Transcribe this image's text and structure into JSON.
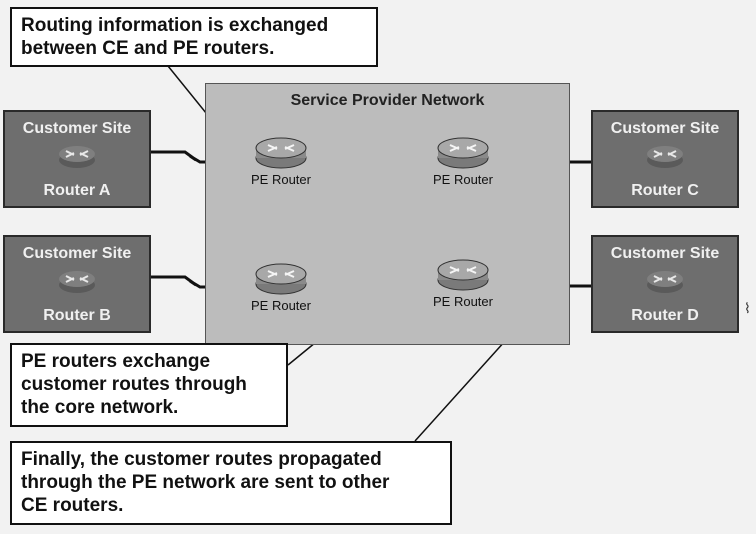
{
  "callouts": {
    "top": "Routing information is exchanged\nbetween CE and PE routers.",
    "middle": "PE routers exchange\ncustomer routes through\nthe core network.",
    "bottom": "Finally, the customer routes propagated\nthrough the PE network are sent to other\nCE routers."
  },
  "provider_network": {
    "title": "Service Provider Network"
  },
  "customer_sites": [
    {
      "title": "Customer Site",
      "router": "Router A"
    },
    {
      "title": "Customer Site",
      "router": "Router B"
    },
    {
      "title": "Customer Site",
      "router": "Router C"
    },
    {
      "title": "Customer Site",
      "router": "Router D"
    }
  ],
  "pe_routers": [
    {
      "label": "PE Router"
    },
    {
      "label": "PE Router"
    },
    {
      "label": "PE Router"
    },
    {
      "label": "PE Router"
    }
  ],
  "colors": {
    "page_bg": "#f2f2f2",
    "provider_bg": "#bcbcbc",
    "site_bg": "#6e6e6e",
    "link": "#111111"
  },
  "icons": [
    "router-icon",
    "serial-link-icon"
  ]
}
